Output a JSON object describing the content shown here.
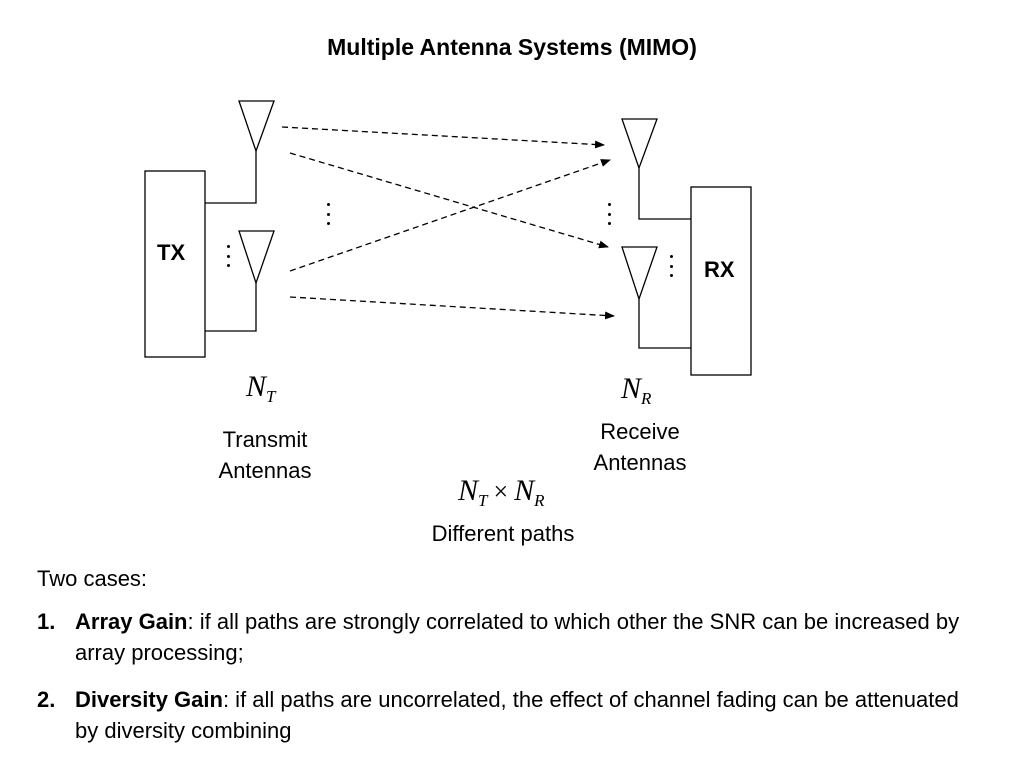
{
  "title": "Multiple Antenna Systems (MIMO)",
  "diagram": {
    "tx_label": "TX",
    "rx_label": "RX",
    "tx_caption_line1": "Transmit",
    "tx_caption_line2": "Antennas",
    "rx_caption_line1": "Receive",
    "rx_caption_line2": "Antennas",
    "nt_symbol": "N",
    "nt_subscript": "T",
    "nr_symbol": "N",
    "nr_subscript": "R",
    "product_symbol_a": "N",
    "product_subscript_a": "T",
    "product_operator": "×",
    "product_symbol_b": "N",
    "product_subscript_b": "R",
    "paths_caption": "Different paths"
  },
  "body": {
    "intro": "Two cases:",
    "items": [
      {
        "number": "1.",
        "term": "Array Gain",
        "text": ": if all paths are strongly correlated to which other the SNR can be increased by array processing;"
      },
      {
        "number": "2.",
        "term": "Diversity Gain",
        "text": ": if all paths are uncorrelated, the effect of channel fading can be attenuated by diversity combining"
      }
    ]
  }
}
